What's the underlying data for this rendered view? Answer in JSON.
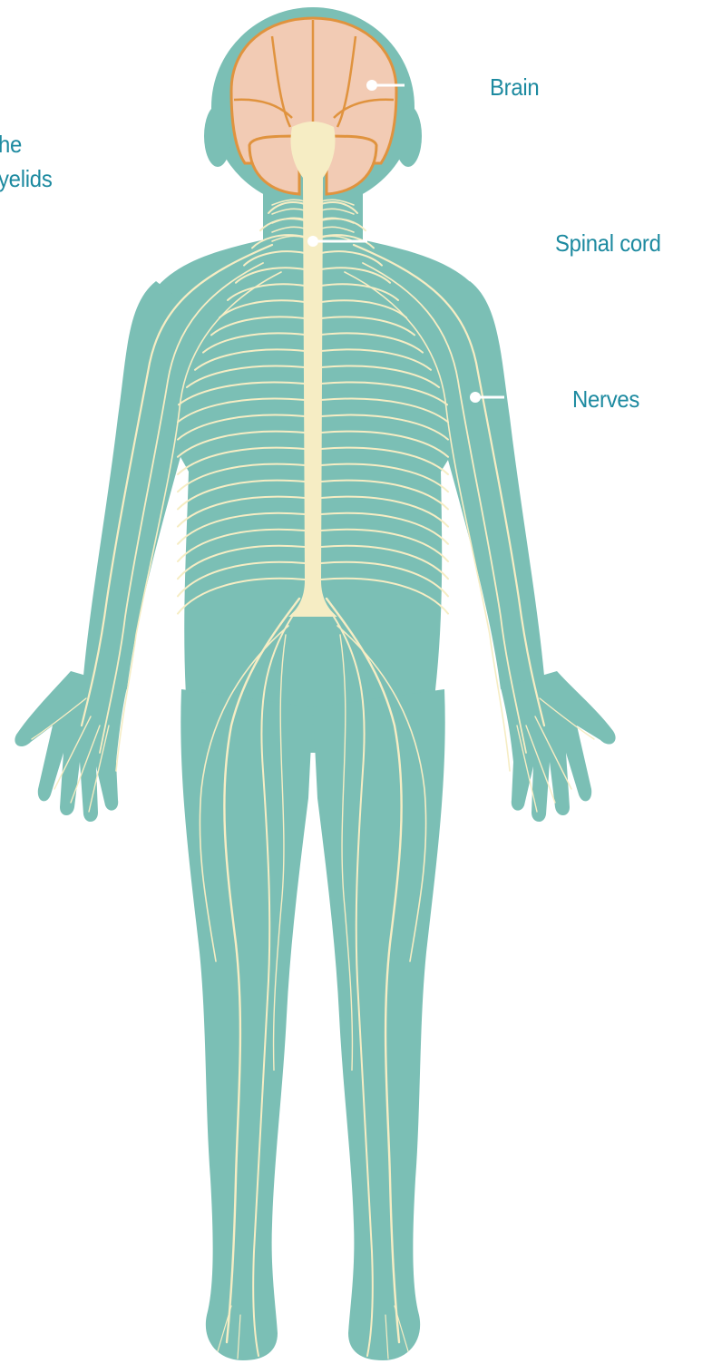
{
  "labels": {
    "brain": "Brain",
    "spinal_cord": "Spinal cord",
    "nerves": "Nerves",
    "cut_off_line1": "he",
    "cut_off_line2": "yelids"
  },
  "colors": {
    "body": "#7bbfb5",
    "nerve": "#f6edc4",
    "brain_fill": "#f2cbb4",
    "brain_outline": "#e0933e",
    "label_text": "#1d8aa0",
    "leader_line": "#ffffff"
  }
}
